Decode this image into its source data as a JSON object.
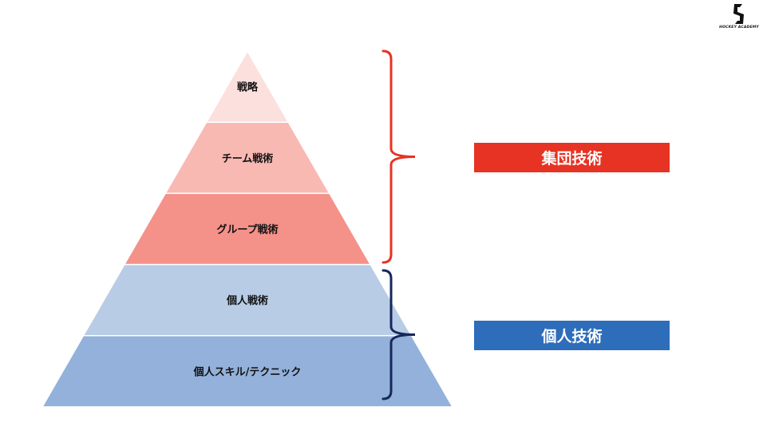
{
  "logo": {
    "text": "HOCKEY ACADEMY"
  },
  "pyramid": {
    "levels": [
      {
        "label": "戦略",
        "color": "#FCE0DE"
      },
      {
        "label": "チーム戦術",
        "color": "#F9B9B3"
      },
      {
        "label": "グループ戦術",
        "color": "#F49189"
      },
      {
        "label": "個人戦術",
        "color": "#B8CCE6"
      },
      {
        "label": "個人スキル/テクニック",
        "color": "#93B1DA"
      }
    ]
  },
  "groups": [
    {
      "label": "集団技術",
      "color": "#E63323",
      "brace_color": "#E63323"
    },
    {
      "label": "個人技術",
      "color": "#2E6DBA",
      "brace_color": "#16285C"
    }
  ]
}
